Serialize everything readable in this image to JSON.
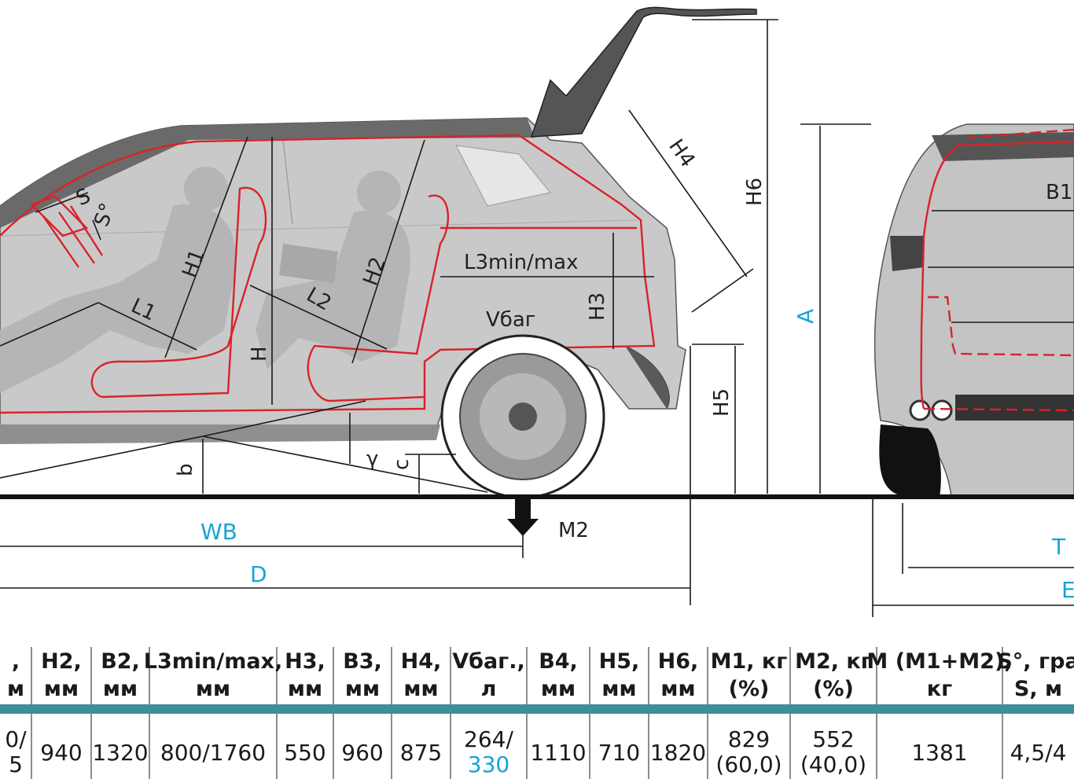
{
  "diagram": {
    "labels": {
      "s": "S",
      "s_deg": "S°",
      "h1": "H1",
      "h2": "H2",
      "h": "H",
      "l1": "L1",
      "l2": "L2",
      "l3": "L3min/max",
      "h3": "H3",
      "v_bag": "Vбаг",
      "h4": "H4",
      "h5": "H5",
      "h6": "H6",
      "a": "A",
      "b": "b",
      "c": "c",
      "gamma": "γ",
      "wb": "WB",
      "d": "D",
      "m2": "M2",
      "b1": "B1",
      "t": "Т",
      "e": "E"
    }
  },
  "table": {
    "headers": [
      {
        "line1": ",",
        "line2": "м"
      },
      {
        "line1": "H2,",
        "line2": "мм"
      },
      {
        "line1": "B2,",
        "line2": "мм"
      },
      {
        "line1": "L3min/max,",
        "line2": "мм"
      },
      {
        "line1": "H3,",
        "line2": "мм"
      },
      {
        "line1": "B3,",
        "line2": "мм"
      },
      {
        "line1": "H4,",
        "line2": "мм"
      },
      {
        "line1": "Vбаг.,",
        "line2": "л"
      },
      {
        "line1": "B4,",
        "line2": "мм"
      },
      {
        "line1": "H5,",
        "line2": "мм"
      },
      {
        "line1": "H6,",
        "line2": "мм"
      },
      {
        "line1": "M1, кг",
        "line2": "(%)"
      },
      {
        "line1": "M2, кг",
        "line2": "(%)"
      },
      {
        "line1": "M (M1+M2),",
        "line2": "кг"
      },
      {
        "line1": "S°, гра",
        "line2": "S, м"
      }
    ],
    "values": [
      {
        "line1": "0/",
        "line2": "5",
        "line2_blue": false
      },
      {
        "line1": "940",
        "line2": "",
        "line2_blue": false
      },
      {
        "line1": "1320",
        "line2": "",
        "line2_blue": false
      },
      {
        "line1": "800/1760",
        "line2": "",
        "line2_blue": false
      },
      {
        "line1": "550",
        "line2": "",
        "line2_blue": false
      },
      {
        "line1": "960",
        "line2": "",
        "line2_blue": false
      },
      {
        "line1": "875",
        "line2": "",
        "line2_blue": false
      },
      {
        "line1": "264/",
        "line2": "330",
        "line2_blue": true
      },
      {
        "line1": "1110",
        "line2": "",
        "line2_blue": false
      },
      {
        "line1": "710",
        "line2": "",
        "line2_blue": false
      },
      {
        "line1": "1820",
        "line2": "",
        "line2_blue": false
      },
      {
        "line1": "829",
        "line2": "(60,0)",
        "line2_blue": false
      },
      {
        "line1": "552",
        "line2": "(40,0)",
        "line2_blue": false
      },
      {
        "line1": "1381",
        "line2": "",
        "line2_blue": false
      },
      {
        "line1": "4,5/4",
        "line2": "",
        "line2_blue": false
      }
    ]
  },
  "colors": {
    "accent_blue": "#1aa3d6",
    "outline_red": "#d8232a",
    "teal_rule": "#3c8f98"
  }
}
